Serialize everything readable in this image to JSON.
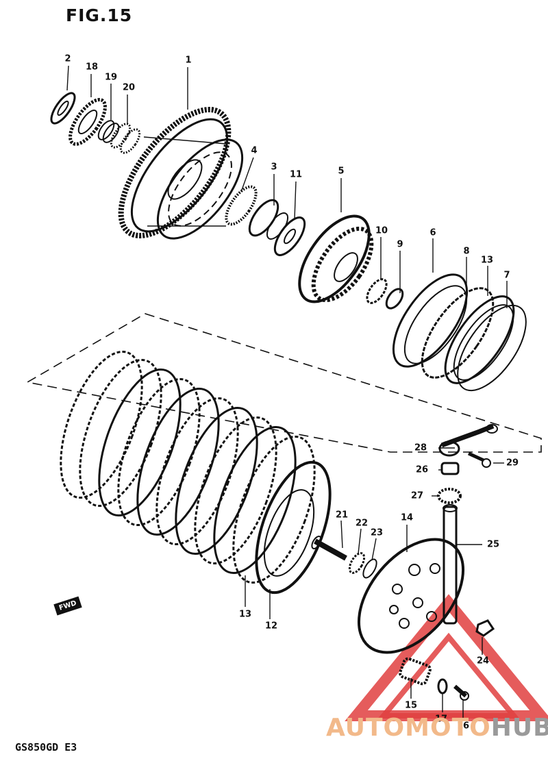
{
  "figure_title": "FIG.15",
  "model_code": "GS850GD E3",
  "fwd_label": "FWD",
  "watermark": {
    "part1": "AUTOMOTO",
    "part2": "HUB",
    "color1": "#f2b98a",
    "color2": "#9a9a9a",
    "logo_color": "#e04040"
  },
  "callouts": {
    "c2": "2",
    "c18": "18",
    "c19": "19",
    "c20": "20",
    "c1": "1",
    "c4": "4",
    "c3": "3",
    "c11": "11",
    "c5": "5",
    "c10": "10",
    "c9": "9",
    "c6": "6",
    "c8": "8",
    "c13a": "13",
    "c7": "7",
    "c28": "28",
    "c29": "29",
    "c26": "26",
    "c27": "27",
    "c21": "21",
    "c22": "22",
    "c23": "23",
    "c14": "14",
    "c25": "25",
    "c13b": "13",
    "c12": "12",
    "c24": "24",
    "c15": "15",
    "c17": "17",
    "c16": "16"
  }
}
